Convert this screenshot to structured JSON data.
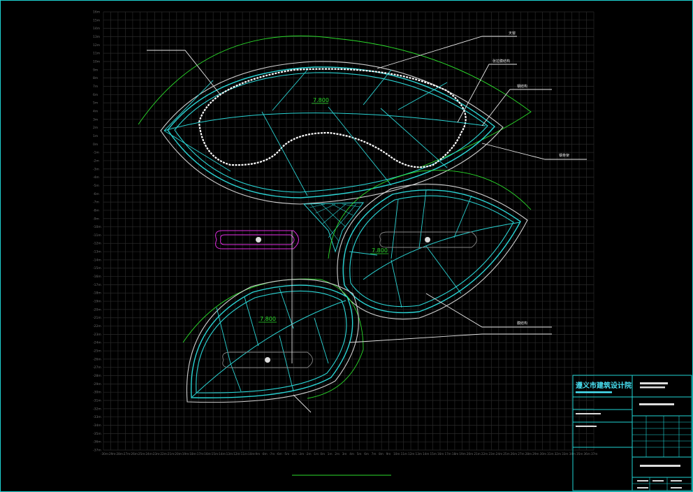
{
  "drawing": {
    "elevation_label": "7.800",
    "callouts": [
      "天窗",
      "张拉膜结构",
      "钢结构",
      "钢骨架",
      "膜结构"
    ],
    "title_block": {
      "company": "遵义市建筑设计院"
    },
    "y_axis_labels": [
      "16m",
      "15m",
      "14m",
      "13m",
      "12m",
      "11m",
      "10m",
      "9m",
      "8m",
      "7m",
      "6m",
      "5m",
      "4m",
      "3m",
      "2m",
      "1m",
      "0m",
      "-1m",
      "-2m",
      "-3m",
      "-4m",
      "-5m",
      "-6m",
      "-7m",
      "-8m",
      "-9m",
      "-10m",
      "-11m",
      "-12m",
      "-13m",
      "-14m",
      "-15m",
      "-16m",
      "-17m",
      "-18m",
      "-19m",
      "-20m",
      "-21m",
      "-22m",
      "-23m",
      "-24m",
      "-25m",
      "-26m",
      "-27m",
      "-28m",
      "-29m",
      "-30m",
      "-31m",
      "-32m",
      "-33m",
      "-34m",
      "-35m",
      "-36m",
      "-37m"
    ],
    "x_axis_labels": [
      "-30m",
      "-29m",
      "-28m",
      "-27m",
      "-26m",
      "-25m",
      "-24m",
      "-23m",
      "-22m",
      "-21m",
      "-20m",
      "-19m",
      "-18m",
      "-17m",
      "-16m",
      "-15m",
      "-14m",
      "-13m",
      "-12m",
      "-11m",
      "-10m",
      "-9m",
      "-8m",
      "-7m",
      "-6m",
      "-5m",
      "-4m",
      "-3m",
      "-2m",
      "-1m",
      "0m",
      "1m",
      "2m",
      "3m",
      "4m",
      "5m",
      "6m",
      "7m",
      "8m",
      "9m",
      "10m",
      "11m",
      "12m",
      "13m",
      "14m",
      "15m",
      "16m",
      "17m",
      "18m",
      "19m",
      "20m",
      "21m",
      "22m",
      "23m",
      "24m",
      "25m",
      "26m",
      "27m",
      "28m",
      "29m",
      "30m",
      "31m",
      "32m",
      "33m",
      "34m",
      "35m",
      "36m",
      "37m"
    ]
  }
}
